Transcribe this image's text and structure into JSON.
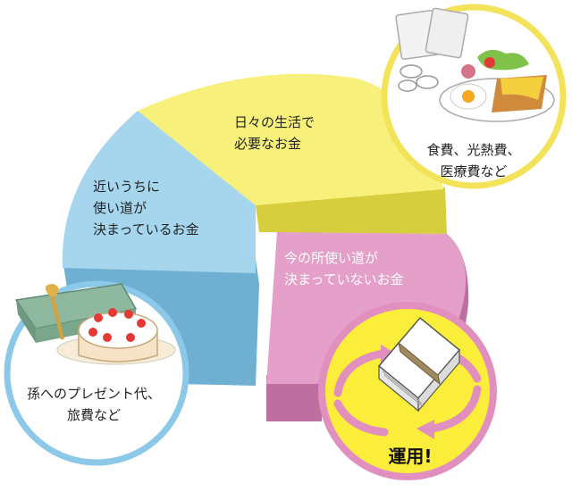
{
  "segments": {
    "daily": {
      "line1": "日々の生活で",
      "line2": "必要なお金",
      "color": "#f7f07a",
      "side_color": "#d6ce3c"
    },
    "planned": {
      "line1": "近いうちに",
      "line2": "使い道が",
      "line3": "決まっているお金",
      "color": "#a5d6ee",
      "side_color": "#6fb0d2"
    },
    "unplanned": {
      "line1": "今の所使い道が",
      "line2": "決まっていないお金",
      "color": "#e4a0c8",
      "side_color": "#bf6ea0"
    }
  },
  "callouts": {
    "food": {
      "line1": "食費、光熱費、",
      "line2": "医療費など",
      "border_color": "#f2e35a"
    },
    "gift": {
      "line1": "孫へのプレゼント代、",
      "line2": "旅費など",
      "border_color": "#8cc8e8"
    },
    "invest": {
      "label": "運用!",
      "border_color": "#e18fbf",
      "fill_color": "#fbee3a"
    }
  }
}
